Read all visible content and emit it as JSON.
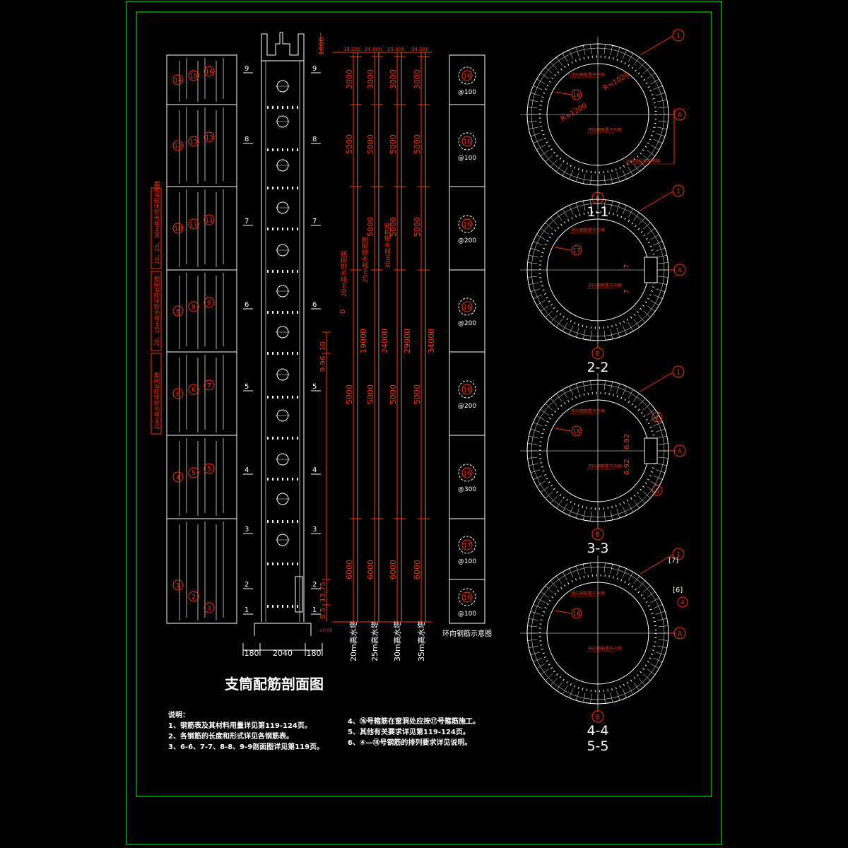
{
  "colors": {
    "background": "#000000",
    "frame": "#00ff00",
    "line": "#ffffff",
    "annotation": "#ff3300"
  },
  "drawing_title": "支筒配筋剖面图",
  "notes_left": [
    "说明：",
    "1、钢筋表及其材料用量详见第119-124页。",
    "2、各钢筋的长度和形式详见各钢筋表。",
    "3、6-6、7-7、8-8、9-9剖面图详见第119页。"
  ],
  "notes_right": [
    "4、⑯号箍筋在窗洞处应按⑰号箍筋施工。",
    "5、其他有关要求详见第119-124页。",
    "6、④—⑱号钢筋的排列要求详见说明。"
  ],
  "section_markers": [
    "9",
    "8",
    "7",
    "6",
    "5",
    "4",
    "3",
    "2",
    "1"
  ],
  "left_bar_groups": [
    [
      "14",
      "15",
      "16"
    ],
    [
      "12",
      "13",
      "13"
    ],
    [
      "10",
      "11",
      "11"
    ],
    [
      "8",
      "9",
      "9"
    ],
    [
      "6",
      "6",
      "7"
    ],
    [
      "4",
      "5",
      "5"
    ],
    [
      "1",
      "2",
      "3"
    ]
  ],
  "left_group_notes": [
    "20、25、30m高水塔采用此配筋",
    "20、25m高水塔采用此配筋",
    "20m高水塔采用此配筋"
  ],
  "top_dims": {
    "cap": "1000"
  },
  "bottom_dims": [
    "180",
    "2040",
    "180"
  ],
  "side_dims": [
    "10",
    "9.96",
    "13.75",
    "8.5"
  ],
  "level_labels": [
    "19.000",
    "24.000",
    "29.000",
    "34.000"
  ],
  "ground_label": "±0.00",
  "height_columns": [
    {
      "caption": "20m高水塔",
      "segments": [
        "3000",
        "5000",
        "0",
        "5000",
        "6000"
      ],
      "total": "19000",
      "range_note": "20m高水塔范围"
    },
    {
      "caption": "25m高水塔",
      "segments": [
        "3000",
        "5000",
        "5000",
        "5000",
        "6000"
      ],
      "total": "24000",
      "range_note": "25m高水塔范围"
    },
    {
      "caption": "30m高水塔",
      "segments": [
        "3000",
        "5000",
        "5000",
        "5000",
        "6000"
      ],
      "total": "29000",
      "range_note": "30m高水塔范围"
    },
    {
      "caption": "35m高水塔",
      "segments": [
        "3000",
        "5000",
        "5000",
        "5000",
        "6000"
      ],
      "total": "34000",
      "range_note": ""
    }
  ],
  "hoop_column": {
    "caption": "环向钢筋示意图",
    "cells": [
      {
        "bar": "16",
        "spacing": "@100"
      },
      {
        "bar": "16",
        "spacing": "@100"
      },
      {
        "bar": "16",
        "spacing": "@200"
      },
      {
        "bar": "16",
        "spacing": "@200"
      },
      {
        "bar": "16",
        "spacing": "@200"
      },
      {
        "bar": "16",
        "spacing": "@300"
      },
      {
        "bar": "17",
        "spacing": "@100"
      },
      {
        "bar": "16",
        "spacing": "@100"
      }
    ]
  },
  "sections": [
    {
      "title": "1-1",
      "title2": "",
      "outer_bar": "1",
      "inner_bar": "16",
      "axis_a": "A",
      "axis_b": "B",
      "radius_outer": "R=1200",
      "radius_inner": "R=1020",
      "note_top": "竖向钢筋置于外侧",
      "note_bottom": "环向钢筋置于内侧",
      "note_extra": "出线竖向筋示意图"
    },
    {
      "title": "2-2",
      "title2": "",
      "outer_bar": "1",
      "inner_bar": "17",
      "axis_a": "A",
      "axis_b": "B",
      "gap_dims": [
        "7",
        "7"
      ],
      "note_top": "竖向钢筋置于外侧",
      "note_bottom": "环向钢筋置于内侧"
    },
    {
      "title": "3-3",
      "title2": "",
      "outer_bar": "1",
      "inner_bar": "16",
      "axis_a": "A",
      "axis_b": "B",
      "extra_bars": [
        "2",
        "3"
      ],
      "gap_dims": [
        "6.92",
        "6.92"
      ],
      "note_top": "竖向钢筋置于外侧",
      "note_bottom": "环向钢筋置于内侧"
    },
    {
      "title": "4-4",
      "title2": "5-5",
      "outer_bar": "1",
      "inner_bar": "16",
      "axis_a": "A",
      "axis_b": "B",
      "extra_bars": [
        "[7]",
        "[6]",
        "4"
      ],
      "note_top": "竖向钢筋置于外侧",
      "note_bottom": "环向钢筋置于内侧"
    }
  ]
}
